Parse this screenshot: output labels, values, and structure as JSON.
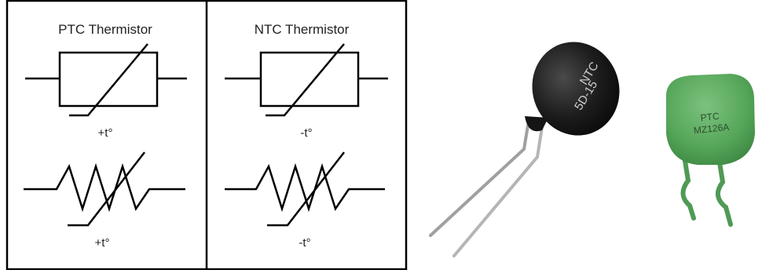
{
  "symbols_panel": {
    "ptc": {
      "title": "PTC Thermistor",
      "rect_label": "+t°",
      "zigzag_label": "+t°"
    },
    "ntc": {
      "title": "NTC Thermistor",
      "rect_label": "-t°",
      "zigzag_label": "-t°"
    }
  },
  "photos": {
    "ntc_component": {
      "marking_line1": "NTC",
      "marking_line2": "5D-15",
      "body_color": "#1c1c1c",
      "lead_color": "#a9a9a9"
    },
    "ptc_component": {
      "marking_line1": "PTC",
      "marking_line2": "MZ126A",
      "body_color": "#5aa85e",
      "lead_color": "#4f9a55"
    }
  },
  "colors": {
    "line": "#000000",
    "frame": "#000000"
  }
}
